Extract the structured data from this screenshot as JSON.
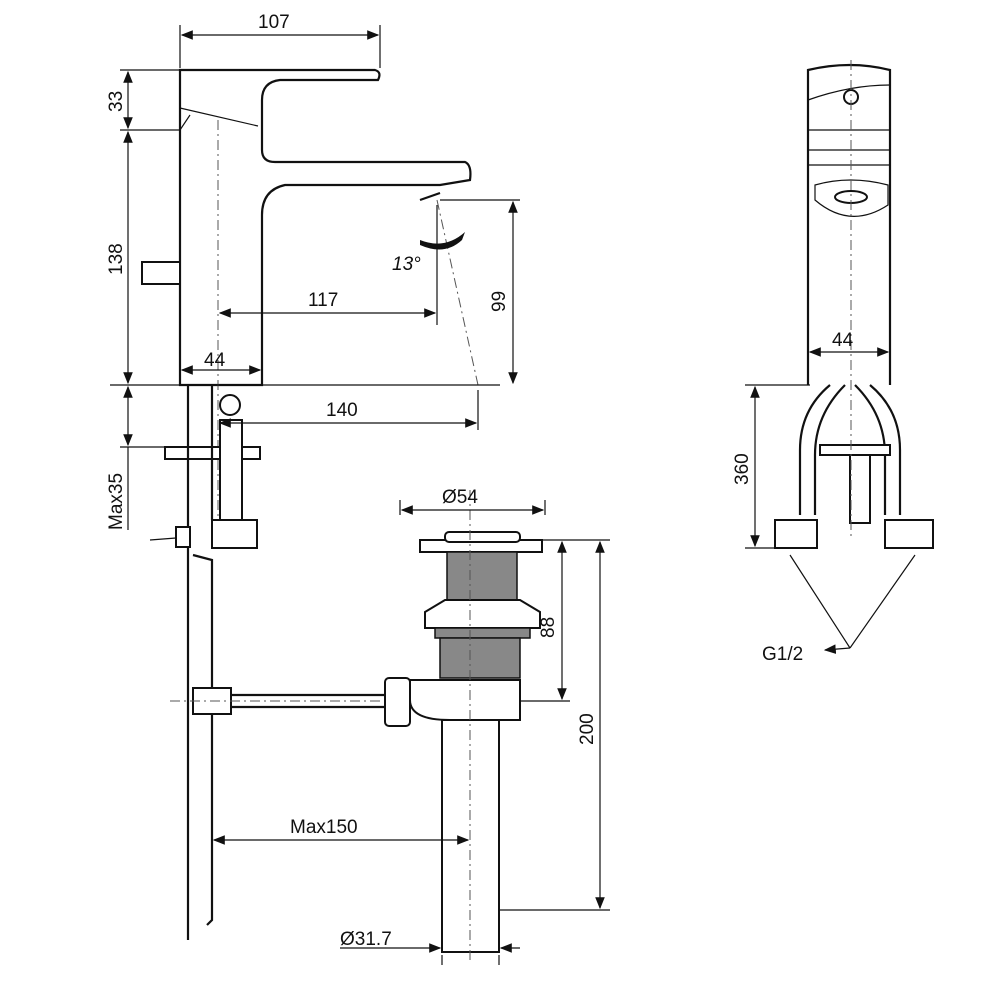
{
  "drawing": {
    "dims": {
      "handle_width": "107",
      "handle_height": "33",
      "body_height": "138",
      "spout_reach": "117",
      "tilt_angle": "13°",
      "spout_height": "99",
      "body_width": "44",
      "spray_reach": "140",
      "deck_thickness": "Max35",
      "drain_diameter": "Ø54",
      "drain_height": "88",
      "drain_total": "200",
      "rod_reach": "Max150",
      "tail_diameter": "Ø31.7",
      "side_width": "44",
      "hose_length": "360",
      "thread": "G1/2"
    }
  }
}
